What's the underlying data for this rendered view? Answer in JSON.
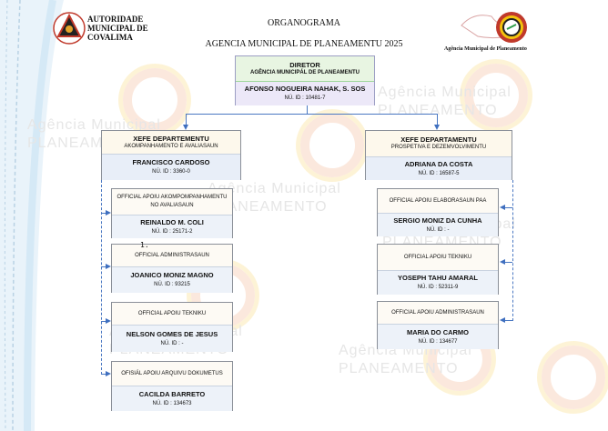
{
  "header": {
    "left_logo_text": [
      "AUTORIDADE",
      "MUNICIPAL DE",
      "COVALIMA"
    ],
    "title": "ORGANOGRAMA",
    "subtitle": "AGENCIA MUNICIPAL DE PLANEAMENTU 2025",
    "right_logo_caption": "Agência Municipal de Planeamento"
  },
  "director": {
    "role": "DIRETOR",
    "unit": "AGÊNCIA MUNICIPÁL DE PLANEAMENTU",
    "name": "AFONSO NOGUEIRA NAHAK, S. SOS",
    "id": "NÚ. ID : 10481-7"
  },
  "departments": [
    {
      "role": "XEFE DEPARTEMENTU",
      "unit": "AKOMPANHAMENTO E  AVALIASAUN",
      "name": "FRANCISCO CARDOSO",
      "id": "NÚ. ID : 3360-0",
      "staff": [
        {
          "role": "OFFICIAL APOIU AKOMPOMPANHAMENTU NO AVALIASAUN",
          "name": "REINALDO M. COLI",
          "id": "NÚ. ID : 25171-2"
        },
        {
          "role": "OFFICIAL ADMINISTRASAUN",
          "name": "JOANICO MONIZ MAGNO",
          "id": "NÚ. ID : 93215"
        },
        {
          "role": "OFFICIAL APOIU TEKNIKU",
          "name": "NELSON GOMES DE JESUS",
          "id": "NÚ. ID : -"
        },
        {
          "role": "OFISIÁL APOIU ARQUIVU DOKUMETUS",
          "name": "CACILDA BARRETO",
          "id": "NÚ. ID : 134673"
        }
      ]
    },
    {
      "role": "XEFE DEPARTAMENTU",
      "unit": "PROSPETIVA E DEZEMVOLVIMENTU",
      "name": "ADRIANA DA COSTA",
      "id": "NÚ. ID : 16587-5",
      "staff": [
        {
          "role": "OFFICIAL APOIU ELABORASAUN PAA",
          "name": "SERGIO MONIZ DA CUNHA",
          "id": "NÚ. ID : -"
        },
        {
          "role": "OFFICIAL APOIU TEKNIKU",
          "name": "YOSEPH TAHU AMARAL",
          "id": "NÚ. ID : 52311-9"
        },
        {
          "role": "OFFICIAL APOIU ADMINISTRASAUN",
          "name": "MARIA DO CARMO",
          "id": "NÚ. ID : 134677"
        }
      ]
    }
  ],
  "stray_label": "1.",
  "watermark": "Agência Municipal\nPLANEAMENTO"
}
